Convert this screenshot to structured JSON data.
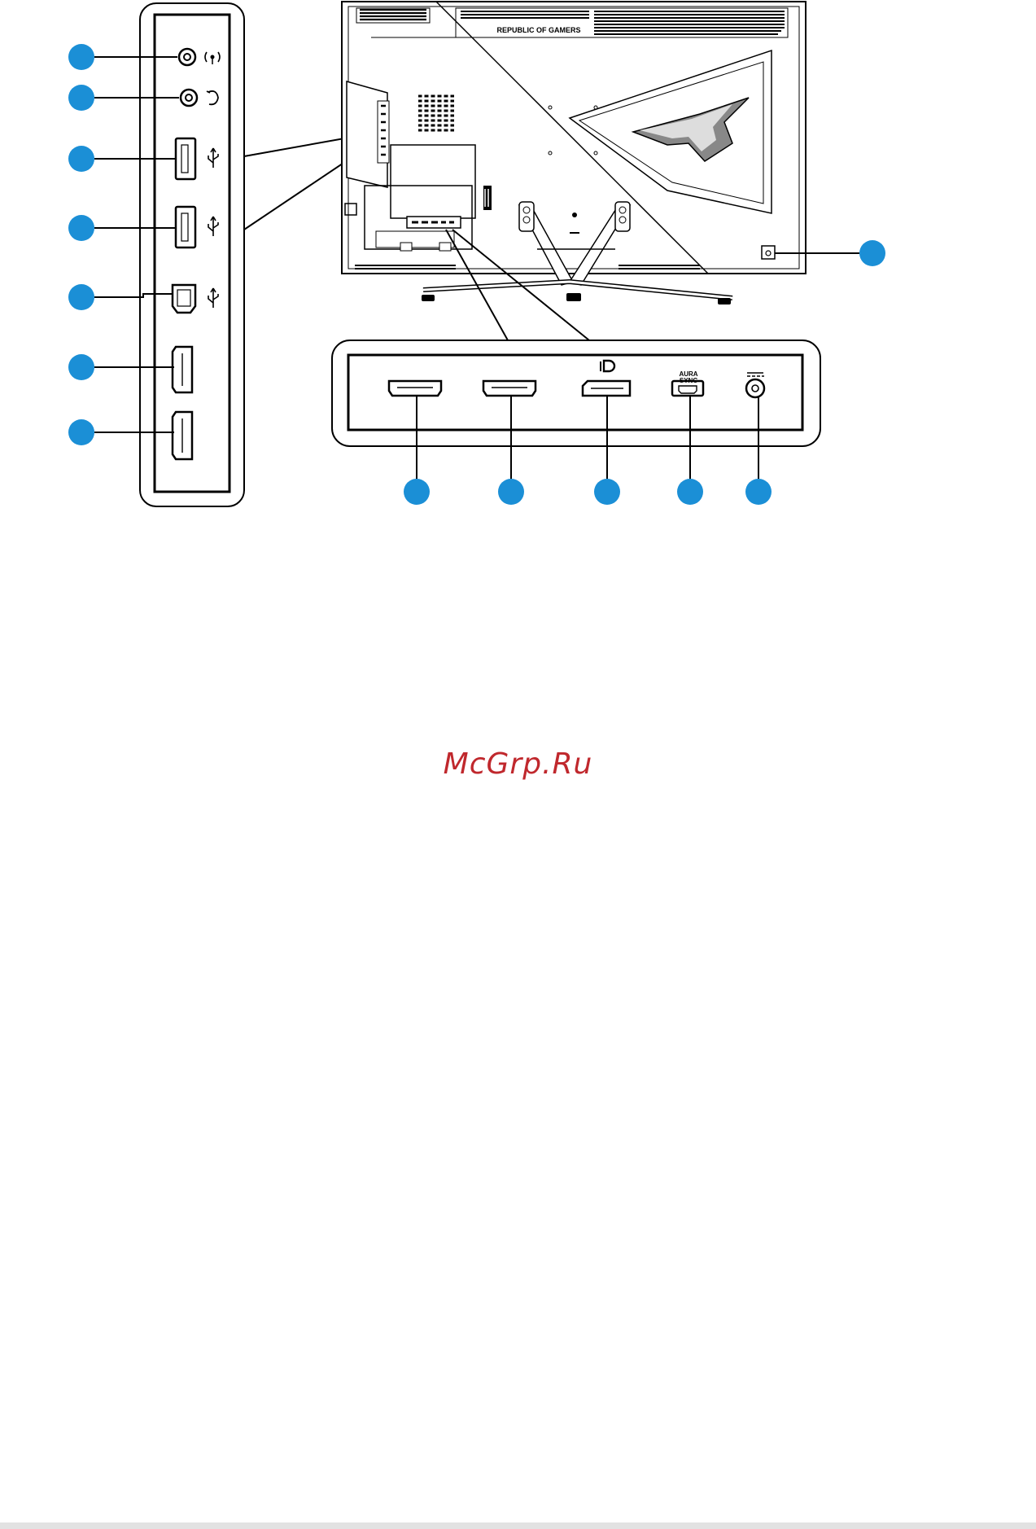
{
  "monitor": {
    "brand_text": "REPUBLIC OF GAMERS"
  },
  "port_labels": {
    "displayport_icon": "displayport-icon",
    "aura_sync_line1": "AURA",
    "aura_sync_line2": "SYNC",
    "dc_in_icon": "dc-power-icon",
    "mic_icon": "microphone-icon",
    "headphone_icon": "headphone-icon",
    "usb_icon": "usb-icon"
  },
  "side_panel_ports": [
    "audio-in-jack",
    "earphone-jack",
    "usb-3-0-port",
    "usb-3-0-port",
    "usb-upstream-port",
    "hdmi-port",
    "hdmi-port"
  ],
  "bottom_panel_ports": [
    "hdmi-port",
    "hdmi-port",
    "displayport",
    "aura-sync-port",
    "dc-in-port"
  ],
  "colors": {
    "callout": "#1b8fd6",
    "watermark": "#c0282d",
    "line": "#000000"
  },
  "watermark": "McGrp.Ru"
}
